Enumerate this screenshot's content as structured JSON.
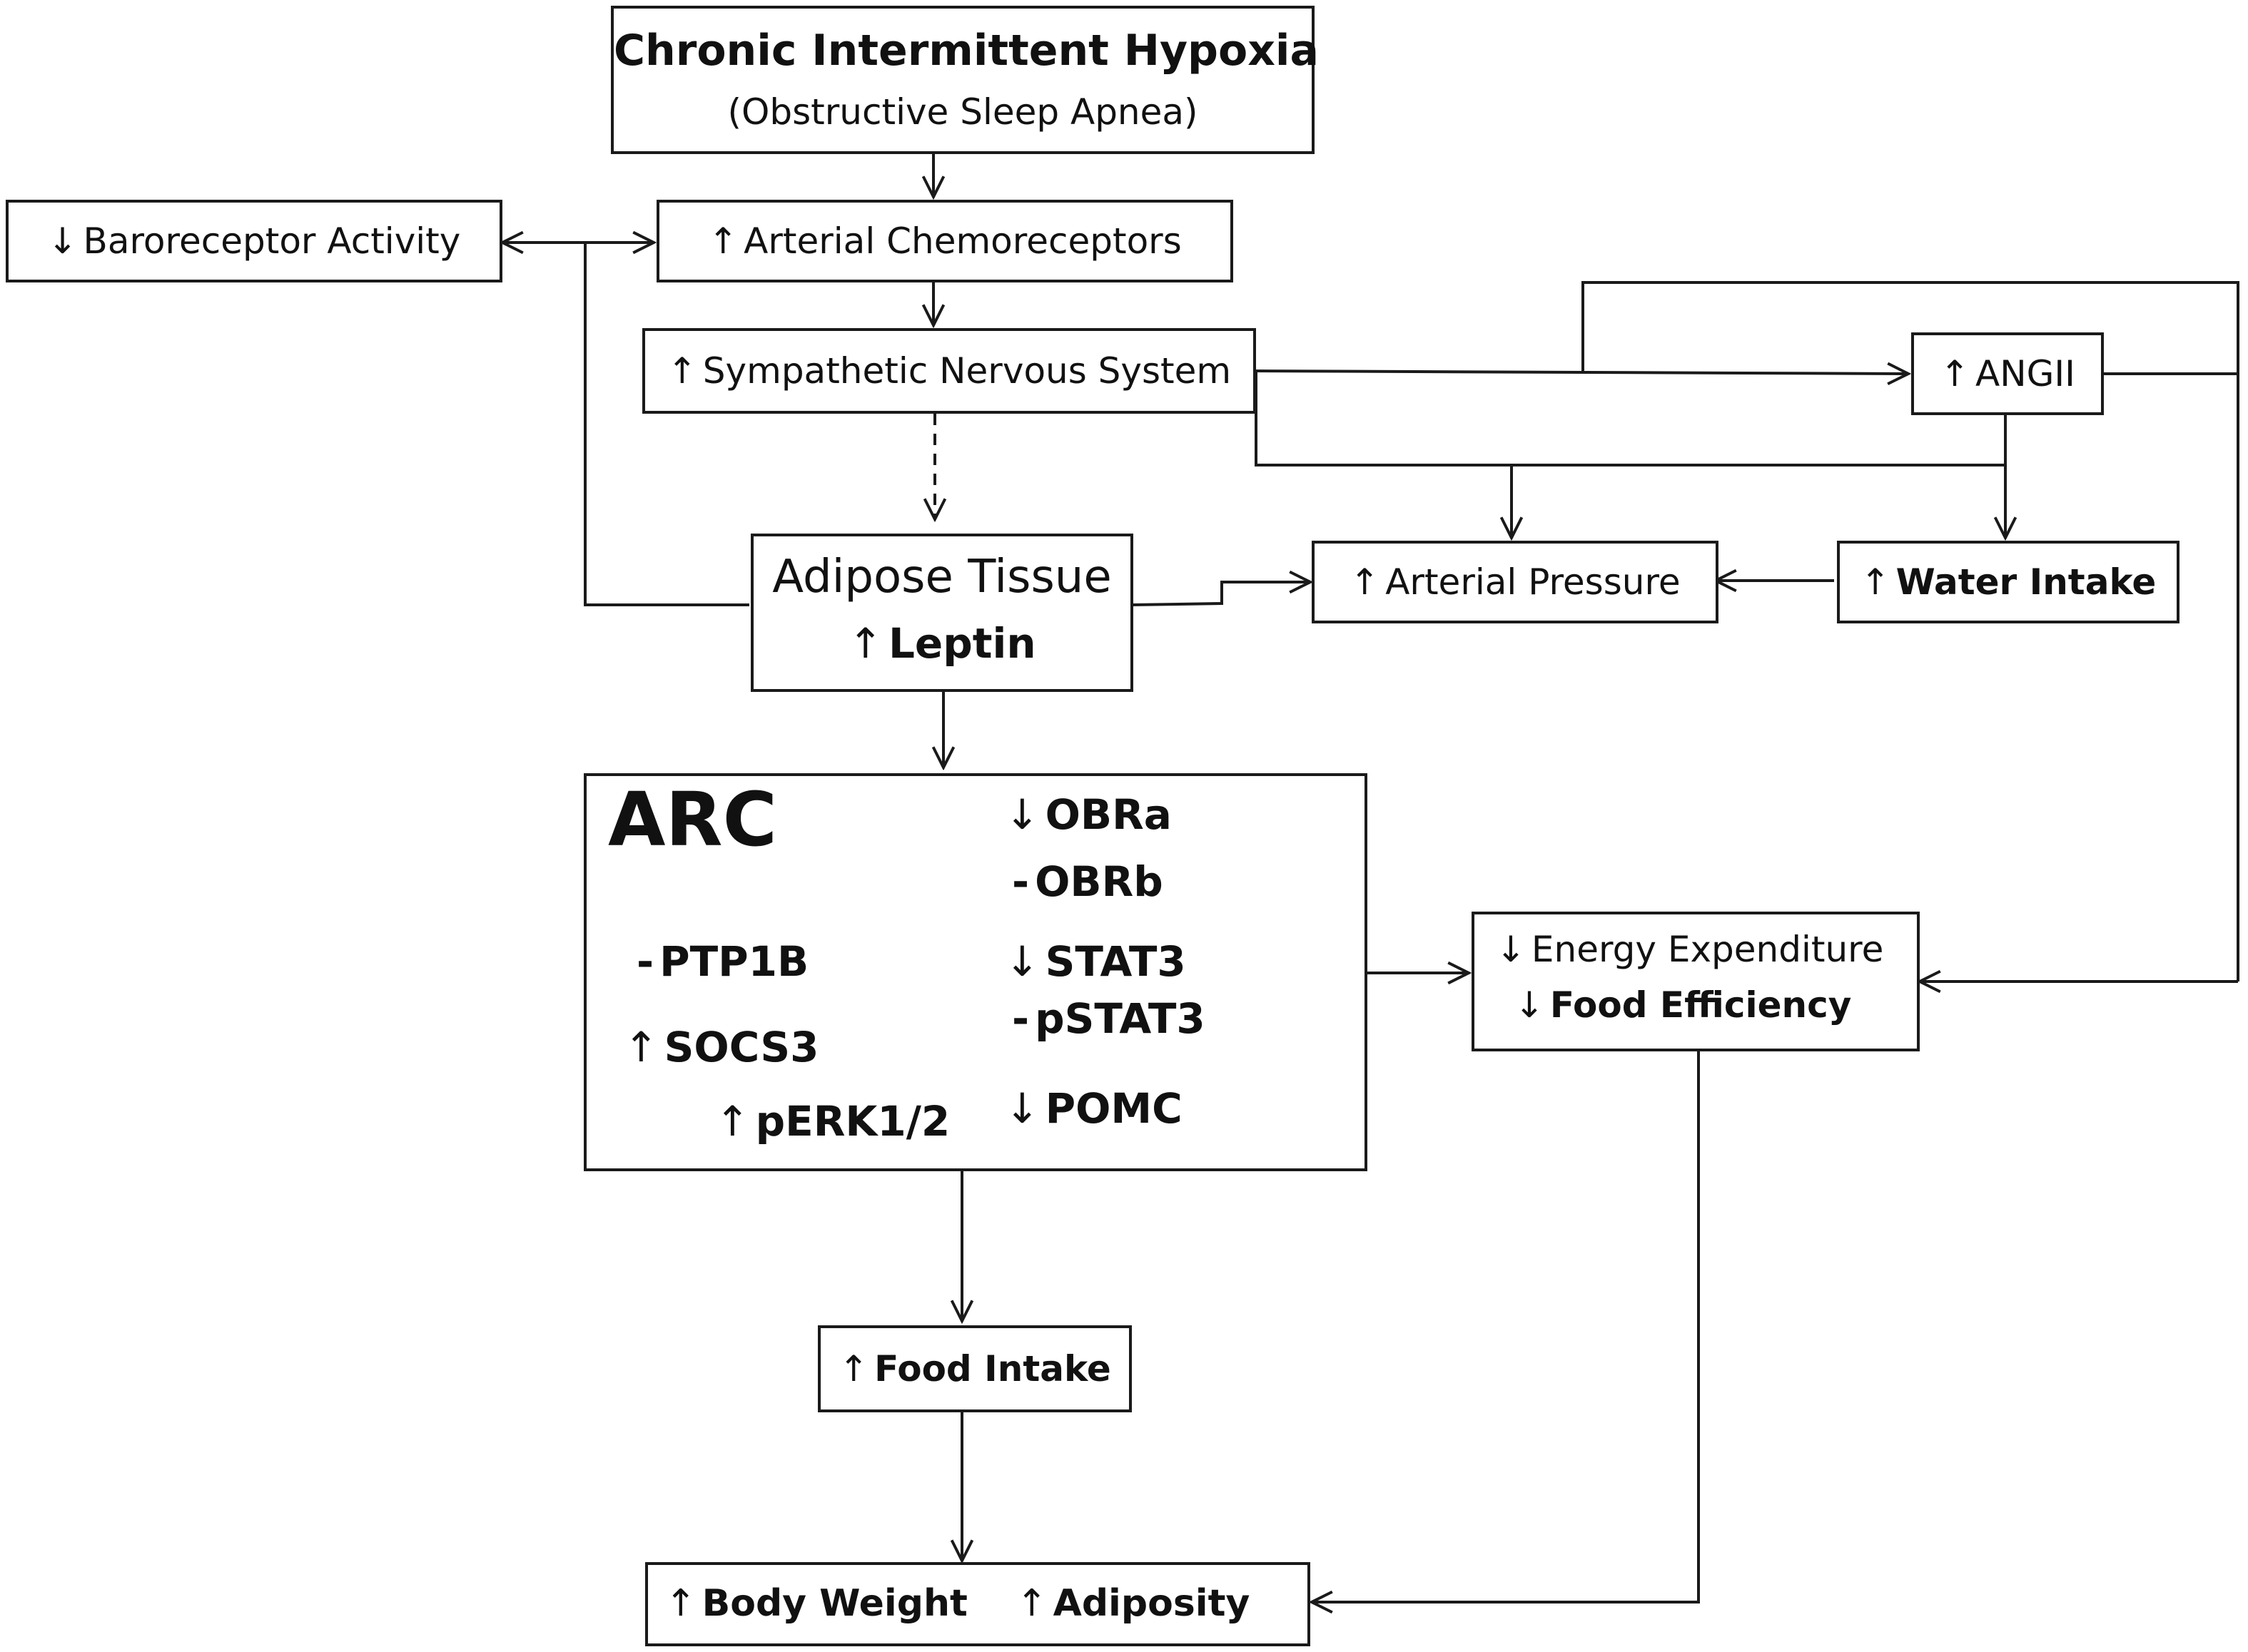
{
  "nodes": {
    "cih": {
      "title": "Chronic Intermittent Hypoxia",
      "subtitle": "(Obstructive Sleep Apnea)"
    },
    "baroreceptor": {
      "arrow": "↓",
      "label": "Baroreceptor Activity"
    },
    "chemoreceptors": {
      "arrow": "↑",
      "label": "Arterial Chemoreceptors"
    },
    "sns": {
      "arrow": "↑",
      "label": "Sympathetic Nervous System"
    },
    "angii": {
      "arrow": "↑",
      "label": "ANGII"
    },
    "adipose": {
      "title": "Adipose Tissue",
      "arrow": "↑",
      "label": "Leptin"
    },
    "arterial_pressure": {
      "arrow": "↑",
      "label": "Arterial Pressure"
    },
    "water_intake": {
      "arrow": "↑",
      "label": "Water Intake"
    },
    "arc": {
      "title": "ARC",
      "obra": {
        "arrow": "↓",
        "label": "OBRa"
      },
      "obrb": {
        "arrow": "-",
        "label": "OBRb"
      },
      "ptp1b": {
        "arrow": "-",
        "label": "PTP1B"
      },
      "stat3": {
        "arrow": "↓",
        "label": "STAT3"
      },
      "socs3": {
        "arrow": "↑",
        "label": "SOCS3"
      },
      "pstat3": {
        "arrow": "-",
        "label": "pSTAT3"
      },
      "perk": {
        "arrow": "↑",
        "label": "pERK1/2"
      },
      "pomc": {
        "arrow": "↓",
        "label": "POMC"
      }
    },
    "energy": {
      "line1": {
        "arrow": "↓",
        "label": "Energy Expenditure"
      },
      "line2": {
        "arrow": "↓",
        "label": "Food Efficiency"
      }
    },
    "food_intake": {
      "arrow": "↑",
      "label": "Food Intake"
    },
    "body": {
      "weight": {
        "arrow": "↑",
        "label": "Body Weight"
      },
      "adiposity": {
        "arrow": "↑",
        "label": "Adiposity"
      }
    }
  }
}
